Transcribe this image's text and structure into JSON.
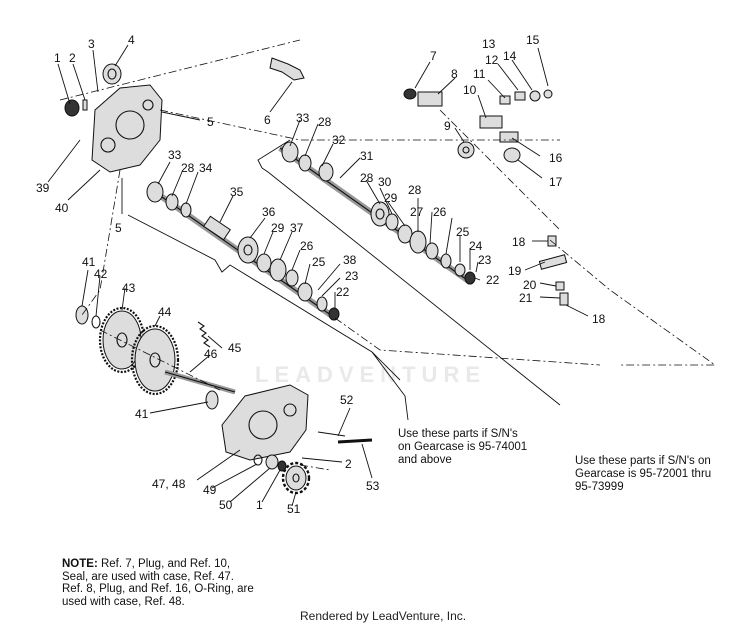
{
  "callouts": [
    "1",
    "2",
    "3",
    "4",
    "5",
    "6",
    "7",
    "8",
    "9",
    "10",
    "11",
    "12",
    "13",
    "14",
    "15",
    "16",
    "17",
    "39",
    "40",
    "5",
    "33",
    "28",
    "34",
    "35",
    "33",
    "28",
    "32",
    "31",
    "28",
    "30",
    "29",
    "28",
    "27",
    "26",
    "25",
    "24",
    "23",
    "22",
    "36",
    "29",
    "37",
    "26",
    "25",
    "38",
    "23",
    "22",
    "18",
    "19",
    "20",
    "21",
    "18",
    "41",
    "42",
    "43",
    "44",
    "45",
    "46",
    "41",
    "52",
    "2",
    "53",
    "47, 48",
    "49",
    "50",
    "1",
    "51"
  ],
  "annotation_a": {
    "line1": "Use these parts if S/N's",
    "line2": "on Gearcase is 95-74001",
    "line3": "and above"
  },
  "annotation_b": {
    "line1": "Use these parts if S/N's on",
    "line2": "Gearcase is 95-72001 thru",
    "line3": "95-73999"
  },
  "note": {
    "label": "NOTE:",
    "line1": " Ref. 7, Plug, and Ref. 10,",
    "line2": "Seal, are used with case, Ref. 47.",
    "line3": "Ref. 8, Plug, and Ref. 16, O-Ring, are",
    "line4": "used with case, Ref. 48."
  },
  "watermark": "LEADVENTURE",
  "footer": "Rendered by LeadVenture, Inc."
}
